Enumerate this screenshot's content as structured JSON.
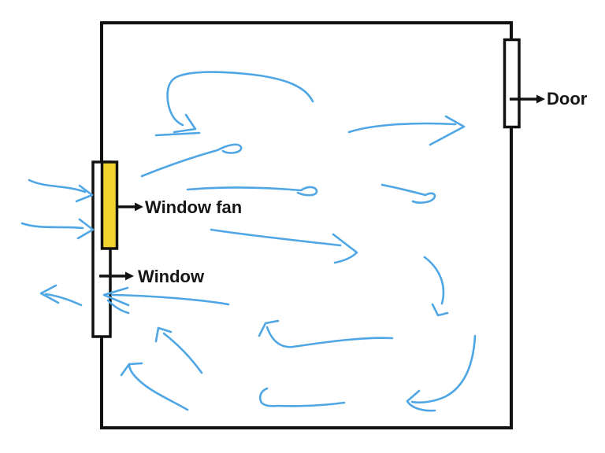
{
  "diagram": {
    "labels": {
      "window_fan": "Window fan",
      "window": "Window",
      "door": "Door"
    },
    "colors": {
      "airflow_blue": "#4FA6E4",
      "fan_yellow": "#F3D42E",
      "wall_black": "#111111",
      "text_black": "#151515",
      "background": "#FFFFFF"
    },
    "airflow_arrows": [
      {
        "name": "flow-top-loop",
        "strokes": [
          "M397,129 C388,110 362,100 322,95 C280,90 240,90 224,98 C212,104 211,120 214,134 C217,147 223,155 232,159",
          "M236,146 L248,164 L221,168",
          "M198,172 L253,169"
        ]
      },
      {
        "name": "flow-upper-curl",
        "strokes": [
          "M180,224 C212,211 247,199 276,191 C289,184 303,181 306,187 C308,194 291,197 283,192"
        ]
      },
      {
        "name": "flow-mid-long",
        "strokes": [
          "M238,241 C285,237 335,238 382,242 C392,235 403,238 402,244 C400,250 386,249 378,245"
        ]
      },
      {
        "name": "flow-upper-right",
        "strokes": [
          "M443,168 C470,159 520,155 578,158",
          "M566,148 L589,161 L546,184"
        ]
      },
      {
        "name": "flow-right-hook",
        "strokes": [
          "M485,235 C505,239 525,244 540,248 C550,243 555,248 550,253 C545,258 531,259 524,256"
        ]
      },
      {
        "name": "flow-center-right",
        "strokes": [
          "M268,292 C320,300 380,306 432,312",
          "M423,298 L453,321 C446,328 435,332 425,334"
        ]
      },
      {
        "name": "flow-into-window",
        "strokes": [
          "M290,387 C255,381 195,376 142,375",
          "M162,366 L132,375 L163,388",
          "M137,382 C146,391 156,396 163,398"
        ]
      },
      {
        "name": "flow-outside-upper",
        "strokes": [
          "M37,229 C58,239 82,235 108,244",
          "M101,236 L117,248 L97,256"
        ]
      },
      {
        "name": "flow-outside-lower",
        "strokes": [
          "M28,284 C52,292 78,287 105,290",
          "M101,279 L118,292 L99,303"
        ]
      },
      {
        "name": "flow-outside-exit",
        "strokes": [
          "M103,388 C90,382 73,376 58,374",
          "M71,363 L52,373 L74,385"
        ]
      },
      {
        "name": "flow-diagonal-up",
        "strokes": [
          "M256,474 C243,456 226,438 208,424",
          "M198,434 L201,417 L217,422"
        ]
      },
      {
        "name": "flow-bottom-left-curve",
        "strokes": [
          "M238,521 C212,506 186,496 170,477 C166,472 164,468 164,464",
          "M154,477 L164,463 L180,462"
        ]
      },
      {
        "name": "flow-left-hook-mid",
        "strokes": [
          "M498,430 C455,428 400,437 372,441 C356,443 345,433 339,416",
          "M329,427 L337,411 L353,408"
        ]
      },
      {
        "name": "flow-down-right",
        "strokes": [
          "M539,327 C559,342 567,364 561,386",
          "M549,387 L556,401 L568,398"
        ]
      },
      {
        "name": "flow-big-sweep",
        "strokes": [
          "M603,427 C601,463 590,491 566,504 C551,511 535,513 523,511",
          "M532,497 L517,510 C522,519 537,523 552,522"
        ]
      },
      {
        "name": "flow-bottom-curl",
        "strokes": [
          "M339,494 C331,497 328,505 332,512 C336,516 343,517 352,516 C385,517 415,515 437,512"
        ]
      }
    ]
  }
}
